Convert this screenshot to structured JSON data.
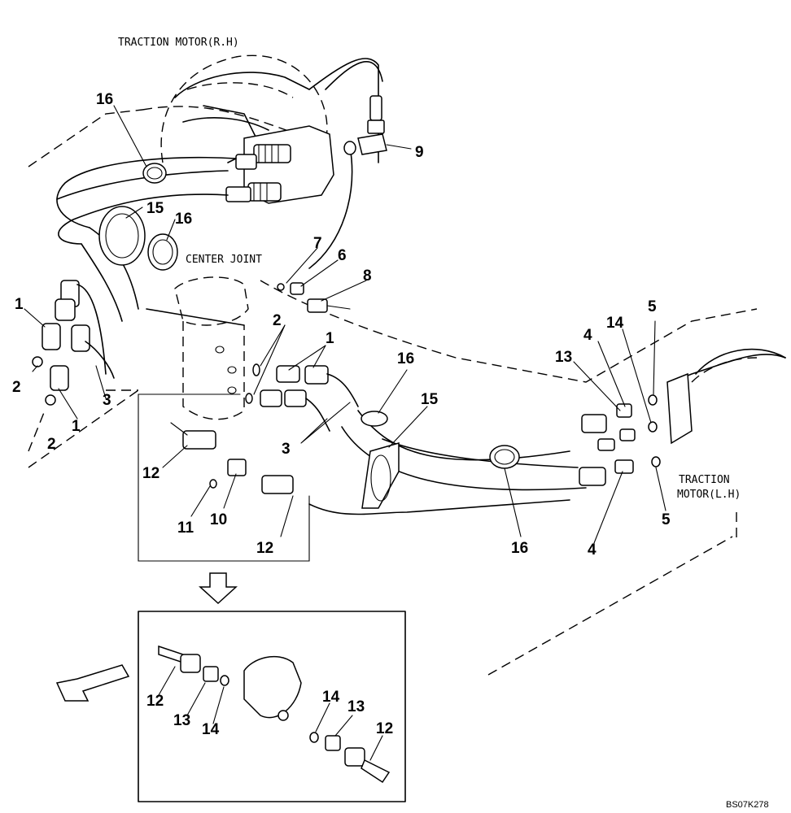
{
  "labels": {
    "traction_motor_rh": "TRACTION MOTOR(R.H)",
    "center_joint": "CENTER JOINT",
    "traction_motor_lh_1": "TRACTION",
    "traction_motor_lh_2": "MOTOR(L.H)",
    "drawing_code": "BS07K278"
  },
  "callouts": {
    "c1a": "1",
    "c1b": "1",
    "c1c": "1",
    "c2a": "2",
    "c2b": "2",
    "c2c": "2",
    "c3a": "3",
    "c3b": "3",
    "c4a": "4",
    "c4b": "4",
    "c5a": "5",
    "c5b": "5",
    "c6": "6",
    "c7": "7",
    "c8": "8",
    "c9": "9",
    "c10": "10",
    "c11": "11",
    "c12a": "12",
    "c12b": "12",
    "c12c": "12",
    "c12d": "12",
    "c13a": "13",
    "c13b": "13",
    "c13c": "13",
    "c14a": "14",
    "c14b": "14",
    "c14c": "14",
    "c15a": "15",
    "c15b": "15",
    "c16a": "16",
    "c16b": "16",
    "c16c": "16",
    "c16d": "16"
  }
}
